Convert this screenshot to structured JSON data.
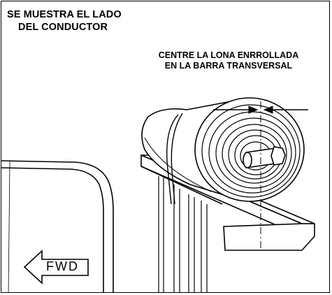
{
  "title": {
    "line1": "SE MUESTRA EL LADO",
    "line2": "DEL CONDUCTOR"
  },
  "callout": {
    "line1": "CENTRE LA LONA ENRROLLADA",
    "line2": "EN LA BARRA TRANSVERSAL"
  },
  "direction_label": "FWD",
  "icons": {
    "direction": "left-arrow-icon",
    "center_marks": "inward-arrows-icon"
  },
  "colors": {
    "ink": "#000000",
    "paper": "#ffffff"
  }
}
